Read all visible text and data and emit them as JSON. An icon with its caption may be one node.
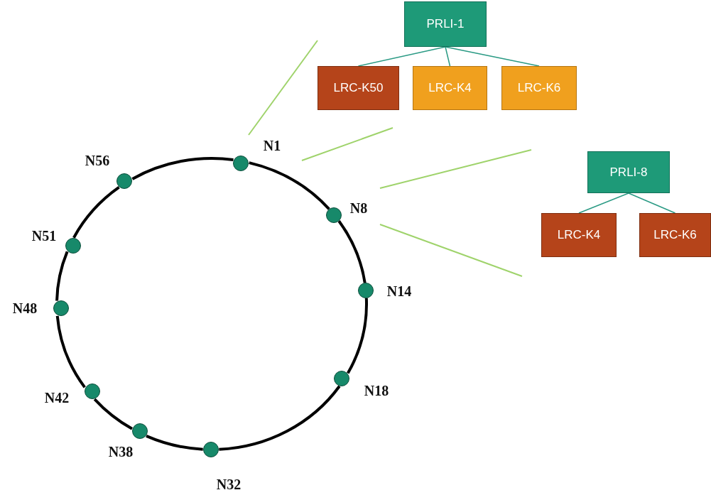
{
  "diagram": {
    "nodes": [
      {
        "text": [
          "PRLI-1"
        ]
      },
      {
        "text": [
          "LRC-K50"
        ]
      },
      {
        "text": [
          "LRC-K4"
        ]
      },
      {
        "text": [
          "LRC-K6"
        ]
      },
      {
        "text": [
          "PRLI-8"
        ]
      },
      {
        "text": [
          "LRC-K4"
        ]
      },
      {
        "text": [
          "LRC-K6"
        ]
      },
      {
        "text": [],
        "shape": "circle",
        "beside": [
          "N1"
        ]
      },
      {
        "text": [],
        "shape": "circle",
        "beside": [
          "N8"
        ]
      },
      {
        "text": [],
        "shape": "circle",
        "beside": [
          "N14"
        ]
      },
      {
        "text": [],
        "shape": "circle",
        "beside": [
          "N18"
        ]
      },
      {
        "text": [],
        "shape": "circle",
        "beside": [
          "N32"
        ]
      },
      {
        "text": [],
        "shape": "circle",
        "beside": [
          "N38"
        ]
      },
      {
        "text": [],
        "shape": "circle",
        "beside": [
          "N42"
        ]
      },
      {
        "text": [],
        "shape": "circle",
        "beside": [
          "N48"
        ]
      },
      {
        "text": [],
        "shape": "circle",
        "beside": [
          "N51"
        ]
      },
      {
        "text": [],
        "shape": "circle",
        "beside": [
          "N56"
        ]
      }
    ],
    "edges": [
      {
        "from": 0,
        "to": 1,
        "arrow": "none",
        "color": "#2a9a84"
      },
      {
        "from": 0,
        "to": 2,
        "arrow": "none",
        "color": "#2a9a84"
      },
      {
        "from": 0,
        "to": 3,
        "arrow": "none",
        "color": "#2a9a84"
      },
      {
        "from": 4,
        "to": 5,
        "arrow": "none",
        "color": "#2a9a84"
      },
      {
        "from": 4,
        "to": 6,
        "arrow": "none",
        "color": "#2a9a84"
      },
      {
        "from": 7,
        "to": 8,
        "arrow": "none"
      },
      {
        "from": 8,
        "to": 9,
        "arrow": "none"
      },
      {
        "from": 9,
        "to": 10,
        "arrow": "none"
      },
      {
        "from": 10,
        "to": 11,
        "arrow": "none"
      },
      {
        "from": 11,
        "to": 12,
        "arrow": "none"
      },
      {
        "from": 12,
        "to": 13,
        "arrow": "none"
      },
      {
        "from": 13,
        "to": 14,
        "arrow": "none"
      },
      {
        "from": 14,
        "to": 15,
        "arrow": "none"
      },
      {
        "from": 15,
        "to": 16,
        "arrow": "none"
      },
      {
        "from": 16,
        "to": 7,
        "arrow": "none"
      }
    ]
  }
}
